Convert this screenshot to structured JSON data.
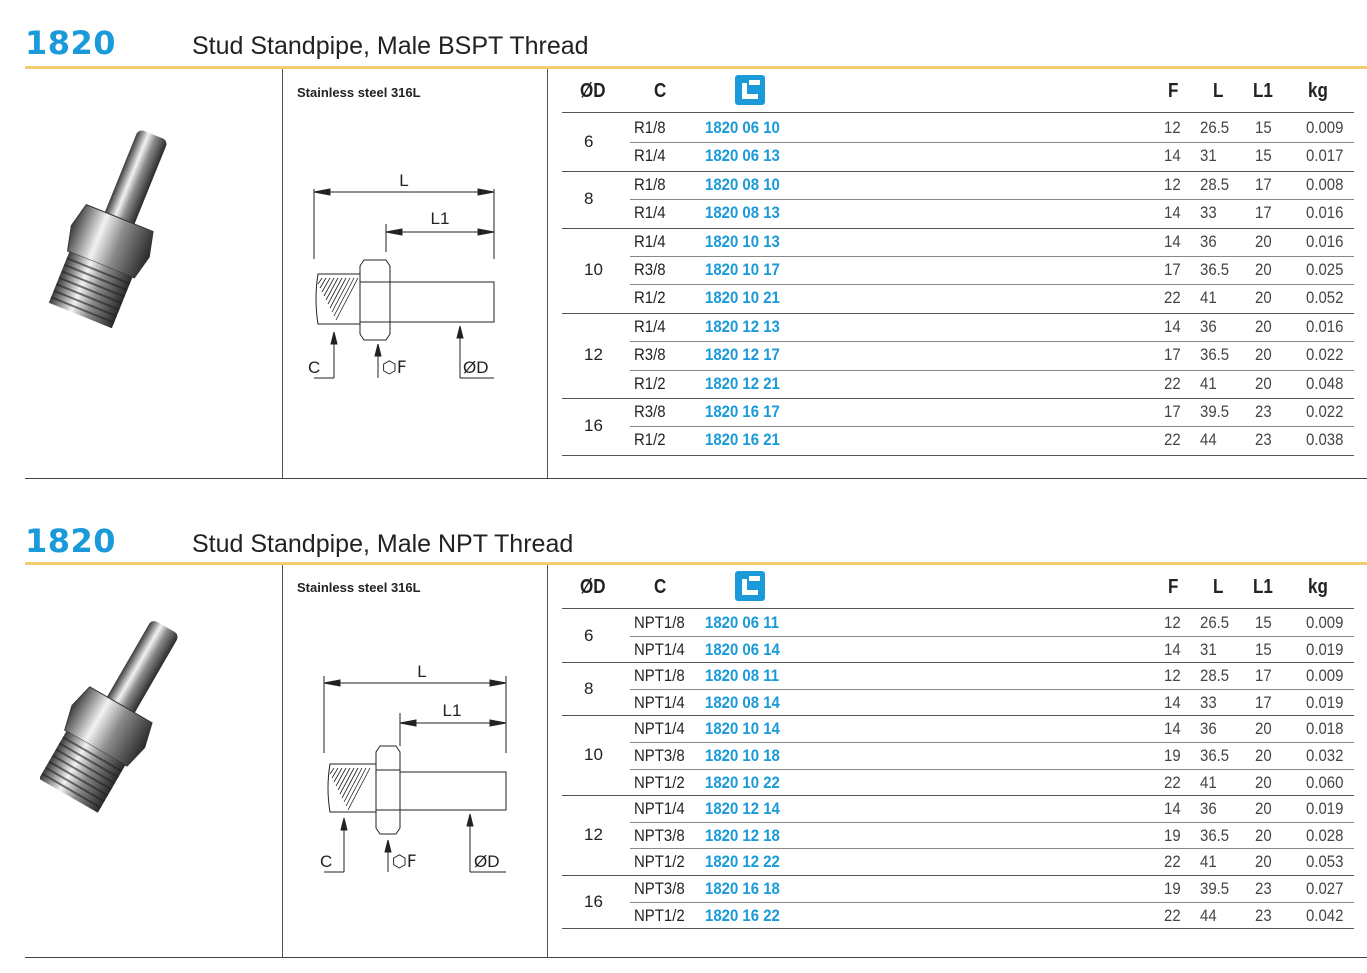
{
  "sections": [
    {
      "code": "1820",
      "title": "Stud Standpipe, Male BSPT Thread",
      "material": "Stainless steel 316L",
      "headers": {
        "od": "ØD",
        "c": "C",
        "f": "F",
        "l": "L",
        "l1": "L1",
        "kg": "kg"
      },
      "drawing_labels": {
        "l": "L",
        "l1": "L1",
        "c": "C",
        "f": "⬡F",
        "od": "ØD"
      },
      "groups": [
        {
          "od": "6",
          "rows": [
            {
              "c": "R1/8",
              "art": "1820 06 10",
              "f": "12",
              "l": "26.5",
              "l1": "15",
              "kg": "0.009"
            },
            {
              "c": "R1/4",
              "art": "1820 06 13",
              "f": "14",
              "l": "31",
              "l1": "15",
              "kg": "0.017"
            }
          ]
        },
        {
          "od": "8",
          "rows": [
            {
              "c": "R1/8",
              "art": "1820 08 10",
              "f": "12",
              "l": "28.5",
              "l1": "17",
              "kg": "0.008"
            },
            {
              "c": "R1/4",
              "art": "1820 08 13",
              "f": "14",
              "l": "33",
              "l1": "17",
              "kg": "0.016"
            }
          ]
        },
        {
          "od": "10",
          "rows": [
            {
              "c": "R1/4",
              "art": "1820 10 13",
              "f": "14",
              "l": "36",
              "l1": "20",
              "kg": "0.016"
            },
            {
              "c": "R3/8",
              "art": "1820 10 17",
              "f": "17",
              "l": "36.5",
              "l1": "20",
              "kg": "0.025"
            },
            {
              "c": "R1/2",
              "art": "1820 10 21",
              "f": "22",
              "l": "41",
              "l1": "20",
              "kg": "0.052"
            }
          ]
        },
        {
          "od": "12",
          "rows": [
            {
              "c": "R1/4",
              "art": "1820 12 13",
              "f": "14",
              "l": "36",
              "l1": "20",
              "kg": "0.016"
            },
            {
              "c": "R3/8",
              "art": "1820 12 17",
              "f": "17",
              "l": "36.5",
              "l1": "20",
              "kg": "0.022"
            },
            {
              "c": "R1/2",
              "art": "1820 12 21",
              "f": "22",
              "l": "41",
              "l1": "20",
              "kg": "0.048"
            }
          ]
        },
        {
          "od": "16",
          "rows": [
            {
              "c": "R3/8",
              "art": "1820 16 17",
              "f": "17",
              "l": "39.5",
              "l1": "23",
              "kg": "0.022"
            },
            {
              "c": "R1/2",
              "art": "1820 16 21",
              "f": "22",
              "l": "44",
              "l1": "23",
              "kg": "0.038"
            }
          ]
        }
      ]
    },
    {
      "code": "1820",
      "title": "Stud Standpipe, Male NPT Thread",
      "material": "Stainless steel 316L",
      "headers": {
        "od": "ØD",
        "c": "C",
        "f": "F",
        "l": "L",
        "l1": "L1",
        "kg": "kg"
      },
      "drawing_labels": {
        "l": "L",
        "l1": "L1",
        "c": "C",
        "f": "⬡F",
        "od": "ØD"
      },
      "groups": [
        {
          "od": "6",
          "rows": [
            {
              "c": "NPT1/8",
              "art": "1820 06 11",
              "f": "12",
              "l": "26.5",
              "l1": "15",
              "kg": "0.009"
            },
            {
              "c": "NPT1/4",
              "art": "1820 06 14",
              "f": "14",
              "l": "31",
              "l1": "15",
              "kg": "0.019"
            }
          ]
        },
        {
          "od": "8",
          "rows": [
            {
              "c": "NPT1/8",
              "art": "1820 08 11",
              "f": "12",
              "l": "28.5",
              "l1": "17",
              "kg": "0.009"
            },
            {
              "c": "NPT1/4",
              "art": "1820 08 14",
              "f": "14",
              "l": "33",
              "l1": "17",
              "kg": "0.019"
            }
          ]
        },
        {
          "od": "10",
          "rows": [
            {
              "c": "NPT1/4",
              "art": "1820 10 14",
              "f": "14",
              "l": "36",
              "l1": "20",
              "kg": "0.018"
            },
            {
              "c": "NPT3/8",
              "art": "1820 10 18",
              "f": "19",
              "l": "36.5",
              "l1": "20",
              "kg": "0.032"
            },
            {
              "c": "NPT1/2",
              "art": "1820 10 22",
              "f": "22",
              "l": "41",
              "l1": "20",
              "kg": "0.060"
            }
          ]
        },
        {
          "od": "12",
          "rows": [
            {
              "c": "NPT1/4",
              "art": "1820 12 14",
              "f": "14",
              "l": "36",
              "l1": "20",
              "kg": "0.019"
            },
            {
              "c": "NPT3/8",
              "art": "1820 12 18",
              "f": "19",
              "l": "36.5",
              "l1": "20",
              "kg": "0.028"
            },
            {
              "c": "NPT1/2",
              "art": "1820 12 22",
              "f": "22",
              "l": "41",
              "l1": "20",
              "kg": "0.053"
            }
          ]
        },
        {
          "od": "16",
          "rows": [
            {
              "c": "NPT3/8",
              "art": "1820 16 18",
              "f": "19",
              "l": "39.5",
              "l1": "23",
              "kg": "0.027"
            },
            {
              "c": "NPT1/2",
              "art": "1820 16 22",
              "f": "22",
              "l": "44",
              "l1": "23",
              "kg": "0.042"
            }
          ]
        }
      ]
    }
  ],
  "colors": {
    "accent": "#1a9ad9",
    "rule": "#f3cd72"
  },
  "icons": {
    "article_header": "catalog-reference-icon"
  }
}
